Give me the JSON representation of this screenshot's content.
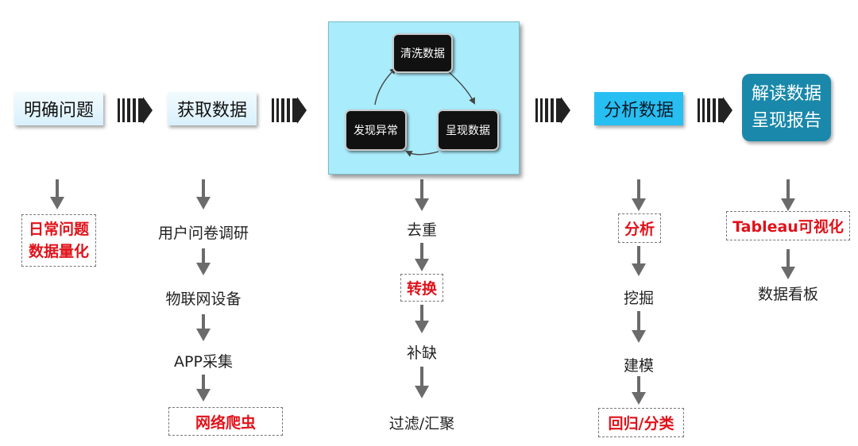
{
  "stages": {
    "define": "明确问题",
    "acquire": "获取数据",
    "analyze": "分析数据",
    "report": [
      "解读数据",
      "呈现报告"
    ]
  },
  "cycle": {
    "clean": "清洗数据",
    "present": "呈现数据",
    "anomaly": "发现异常"
  },
  "col1": {
    "highlight": [
      "日常问题",
      "数据量化"
    ]
  },
  "col2": {
    "steps": [
      "用户问卷调研",
      "物联网设备",
      "APP采集"
    ],
    "highlight": "网络爬虫"
  },
  "col3": {
    "step1": "去重",
    "highlight": "转换",
    "step2": "补缺",
    "step3": "过滤/汇聚"
  },
  "col4": {
    "highlight1": "分析",
    "step1": "挖掘",
    "step2": "建模",
    "highlight2": "回归/分类"
  },
  "col5": {
    "highlight": "Tableau可视化",
    "step1": "数据看板"
  },
  "colors": {
    "highlight_text": "#e0121a",
    "cycle_bg": "#a9ecfc",
    "report_bg": "#1a88aa",
    "analyze_bg": "#27bff2"
  }
}
